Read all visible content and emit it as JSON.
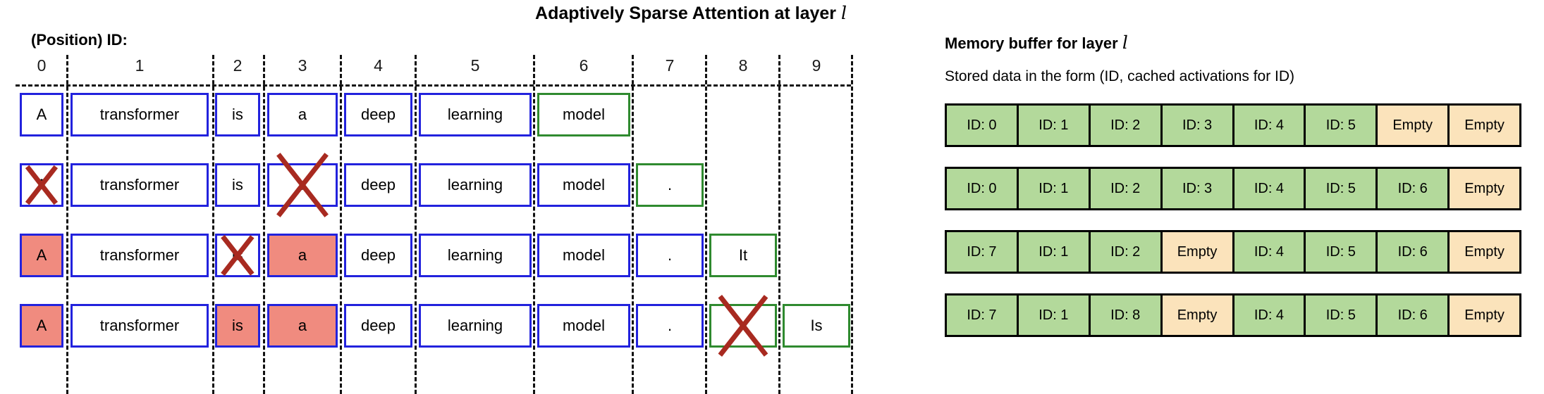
{
  "title": {
    "text": "Adaptively Sparse Attention at layer",
    "layer_symbol": "l"
  },
  "grid": {
    "position_label": "(Position) ID:",
    "column_headers": [
      "0",
      "1",
      "2",
      "3",
      "4",
      "5",
      "6",
      "7",
      "8",
      "9"
    ],
    "rows": [
      {
        "cells": [
          {
            "text": "A",
            "col": 0,
            "style": "blue",
            "crossed": false
          },
          {
            "text": "transformer",
            "col": 1,
            "style": "blue",
            "crossed": false
          },
          {
            "text": "is",
            "col": 2,
            "style": "blue",
            "crossed": false
          },
          {
            "text": "a",
            "col": 3,
            "style": "blue",
            "crossed": false
          },
          {
            "text": "deep",
            "col": 4,
            "style": "blue",
            "crossed": false
          },
          {
            "text": "learning",
            "col": 5,
            "style": "blue",
            "crossed": false
          },
          {
            "text": "model",
            "col": 6,
            "style": "green",
            "crossed": false
          }
        ]
      },
      {
        "cells": [
          {
            "text": "A",
            "col": 0,
            "style": "blue",
            "crossed": true
          },
          {
            "text": "transformer",
            "col": 1,
            "style": "blue",
            "crossed": false
          },
          {
            "text": "is",
            "col": 2,
            "style": "blue",
            "crossed": false
          },
          {
            "text": "a",
            "col": 3,
            "style": "blue",
            "crossed": true
          },
          {
            "text": "deep",
            "col": 4,
            "style": "blue",
            "crossed": false
          },
          {
            "text": "learning",
            "col": 5,
            "style": "blue",
            "crossed": false
          },
          {
            "text": "model",
            "col": 6,
            "style": "blue",
            "crossed": false
          },
          {
            "text": ".",
            "col": 7,
            "style": "green",
            "crossed": false
          }
        ]
      },
      {
        "cells": [
          {
            "text": "A",
            "col": 0,
            "style": "blue-red",
            "crossed": false
          },
          {
            "text": "transformer",
            "col": 1,
            "style": "blue",
            "crossed": false
          },
          {
            "text": "is",
            "col": 2,
            "style": "blue",
            "crossed": true
          },
          {
            "text": "a",
            "col": 3,
            "style": "blue-red",
            "crossed": false
          },
          {
            "text": "deep",
            "col": 4,
            "style": "blue",
            "crossed": false
          },
          {
            "text": "learning",
            "col": 5,
            "style": "blue",
            "crossed": false
          },
          {
            "text": "model",
            "col": 6,
            "style": "blue",
            "crossed": false
          },
          {
            "text": ".",
            "col": 7,
            "style": "blue",
            "crossed": false
          },
          {
            "text": "It",
            "col": 8,
            "style": "green",
            "crossed": false
          }
        ]
      },
      {
        "cells": [
          {
            "text": "A",
            "col": 0,
            "style": "blue-red",
            "crossed": false
          },
          {
            "text": "transformer",
            "col": 1,
            "style": "blue",
            "crossed": false
          },
          {
            "text": "is",
            "col": 2,
            "style": "blue-red",
            "crossed": false
          },
          {
            "text": "a",
            "col": 3,
            "style": "blue-red",
            "crossed": false
          },
          {
            "text": "deep",
            "col": 4,
            "style": "blue",
            "crossed": false
          },
          {
            "text": "learning",
            "col": 5,
            "style": "blue",
            "crossed": false
          },
          {
            "text": "model",
            "col": 6,
            "style": "blue",
            "crossed": false
          },
          {
            "text": ".",
            "col": 7,
            "style": "blue",
            "crossed": false
          },
          {
            "text": "It",
            "col": 8,
            "style": "green",
            "crossed": true
          },
          {
            "text": "Is",
            "col": 9,
            "style": "green",
            "crossed": false
          }
        ]
      }
    ]
  },
  "memory": {
    "title": "Memory buffer for layer",
    "layer_symbol": "l",
    "subtitle": "Stored data in the form (ID, cached activations for ID)",
    "empty_label": "Empty",
    "rows": [
      [
        "ID: 0",
        "ID: 1",
        "ID: 2",
        "ID: 3",
        "ID: 4",
        "ID: 5",
        "Empty",
        "Empty"
      ],
      [
        "ID: 0",
        "ID: 1",
        "ID: 2",
        "ID: 3",
        "ID: 4",
        "ID: 5",
        "ID: 6",
        "Empty"
      ],
      [
        "ID: 7",
        "ID: 1",
        "ID: 2",
        "Empty",
        "ID: 4",
        "ID: 5",
        "ID: 6",
        "Empty"
      ],
      [
        "ID: 7",
        "ID: 1",
        "ID: 8",
        "Empty",
        "ID: 4",
        "ID: 5",
        "ID: 6",
        "Empty"
      ]
    ]
  },
  "colors": {
    "token_border": "#2222dd",
    "new_token_border": "#2f8a2f",
    "evicted_fill": "#f08b7f",
    "cross_mark": "#a82a20",
    "memory_filled": "#b3d99b",
    "memory_empty": "#fbe3bb"
  }
}
